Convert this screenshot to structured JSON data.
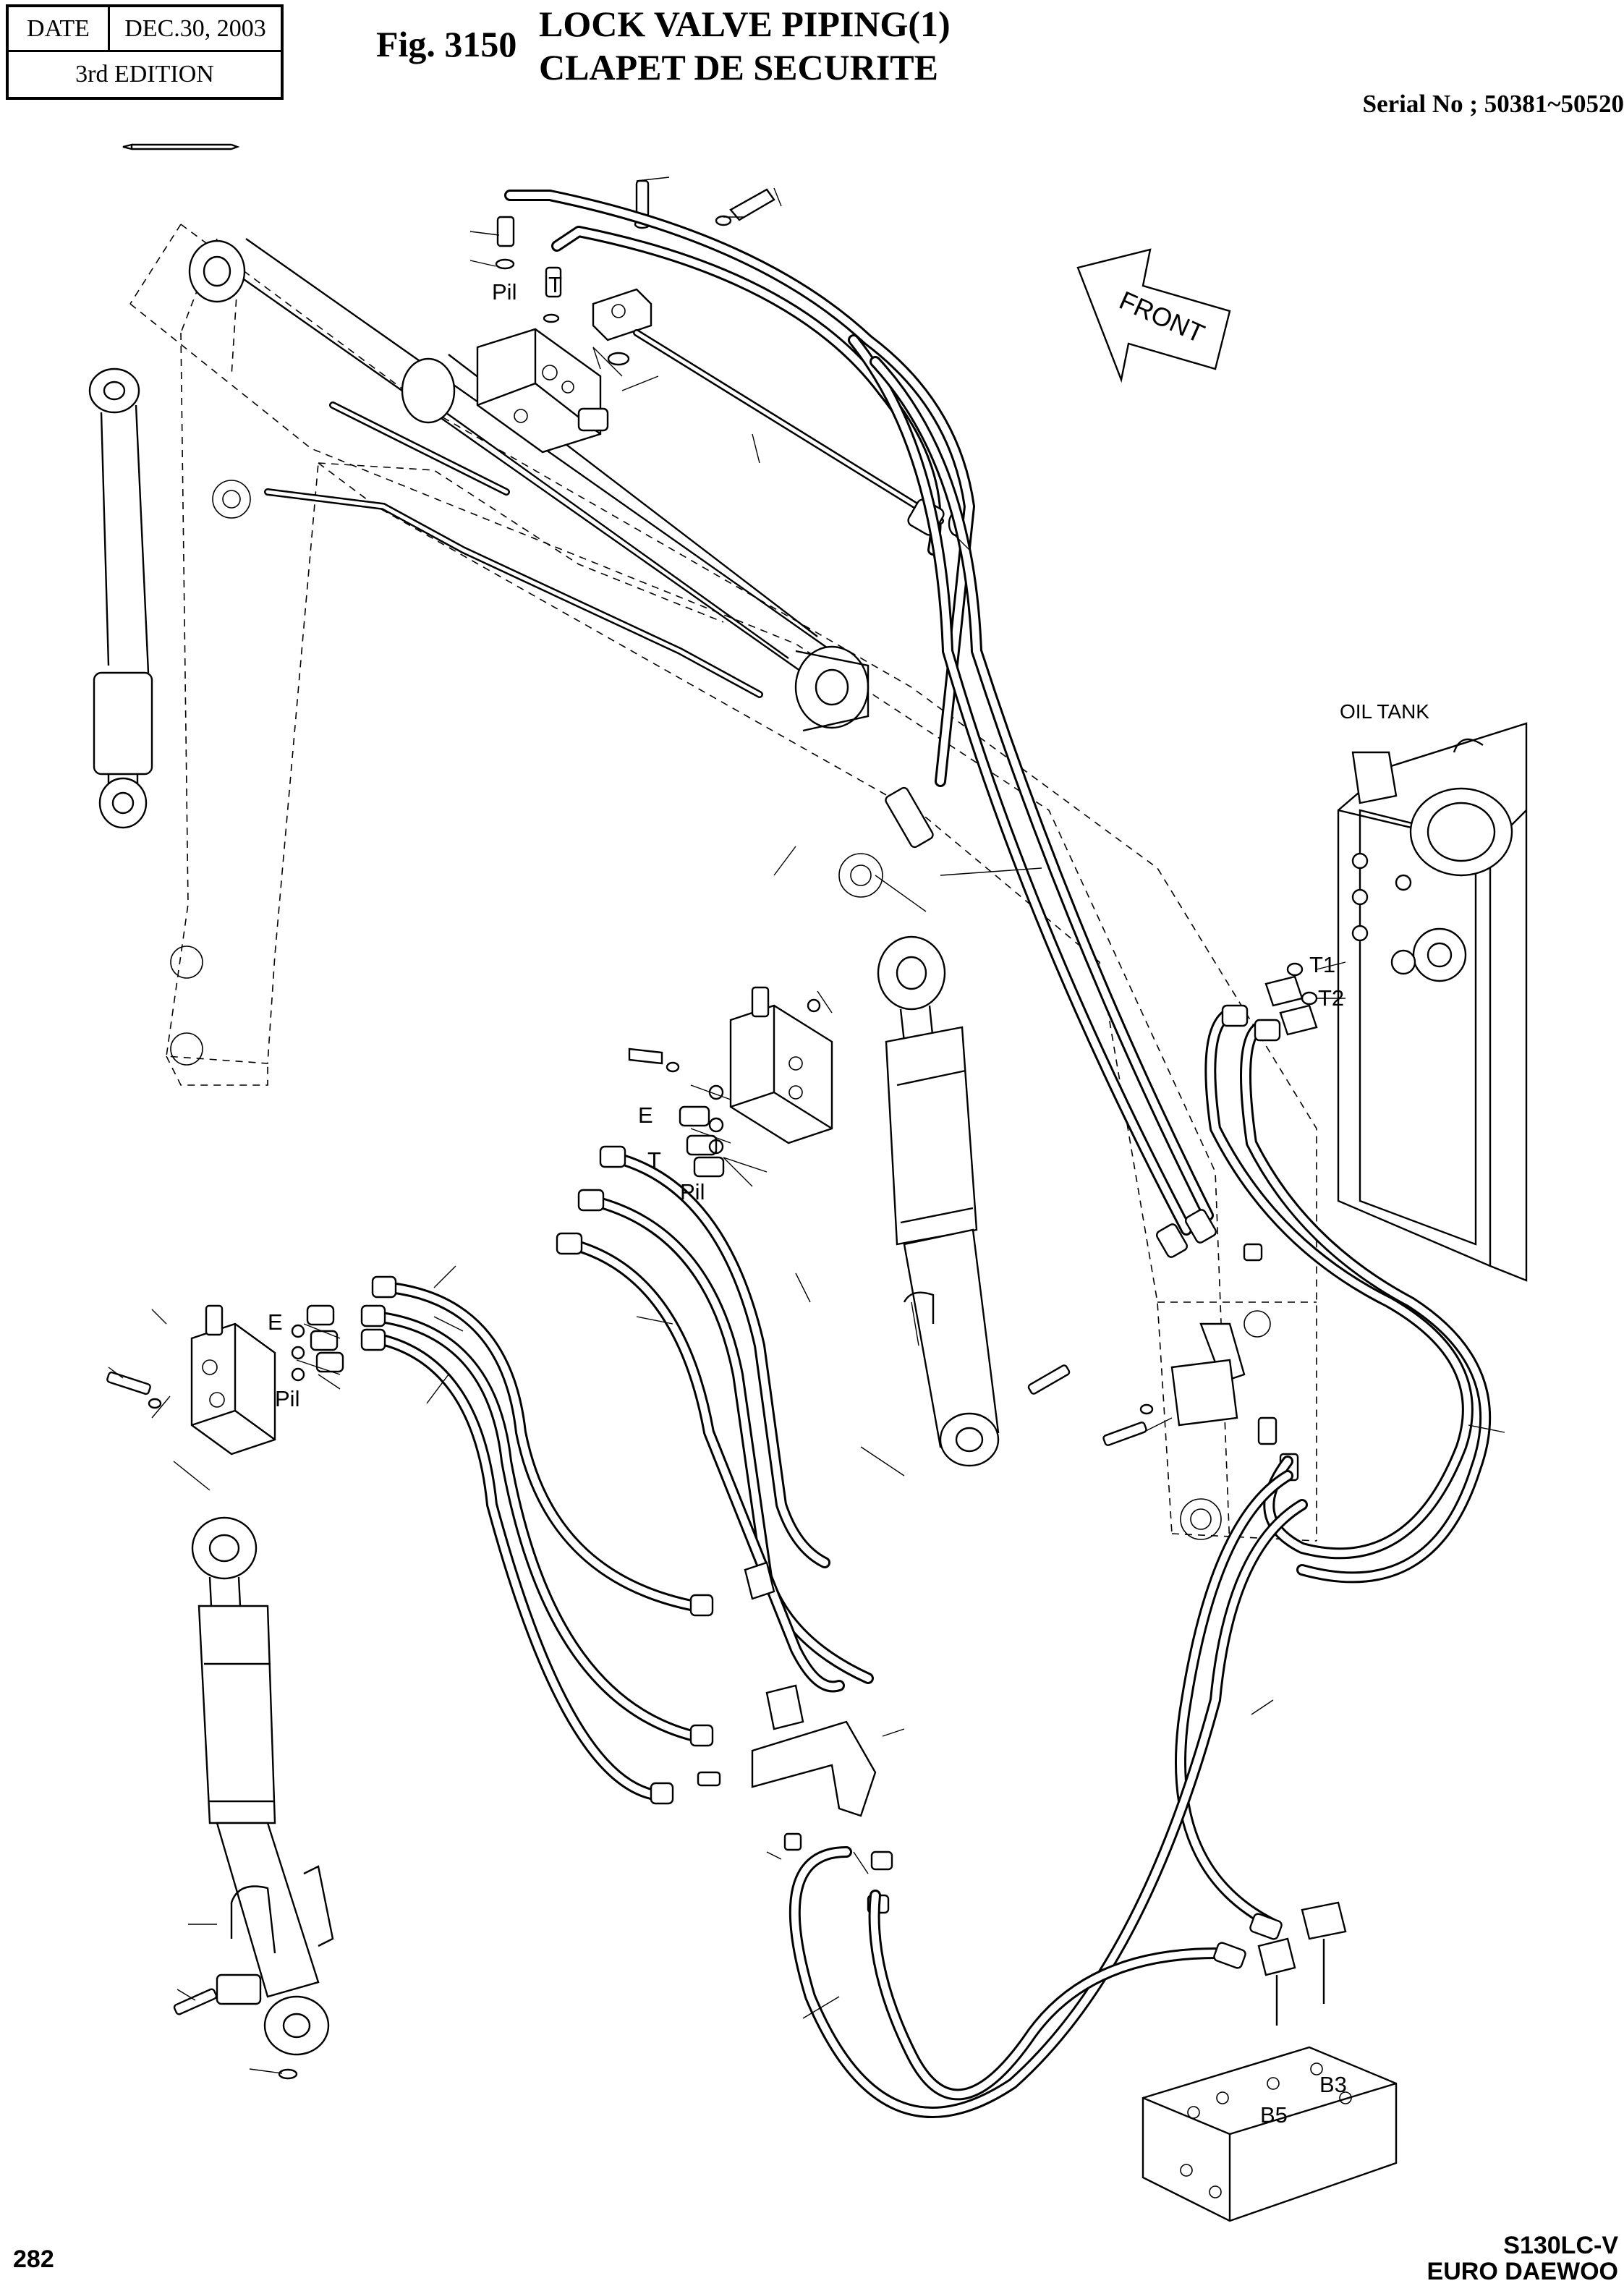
{
  "header": {
    "date_label": "DATE",
    "date_value": "DEC.30, 2003",
    "edition": "3rd  EDITION",
    "figure_number": "Fig. 3150",
    "title_en": "LOCK VALVE PIPING(1)",
    "title_fr": "CLAPET DE SECURITE",
    "serial": "Serial No ; 50381~50520"
  },
  "front_arrow": {
    "label": "FRONT"
  },
  "labels": {
    "pil_top": "Pil",
    "t_top": "T",
    "oil_tank": "OIL TANK",
    "t1": "T1",
    "t2": "T2",
    "e_mid": "E",
    "t_mid": "T",
    "pil_mid": "Pil",
    "e_left": "E",
    "pil_left": "Pil",
    "b5": "B5",
    "b3": "B3"
  },
  "footer": {
    "page_number": "282",
    "model_line1": "S130LC-V",
    "model_line2": "EURO DAEWOO"
  }
}
